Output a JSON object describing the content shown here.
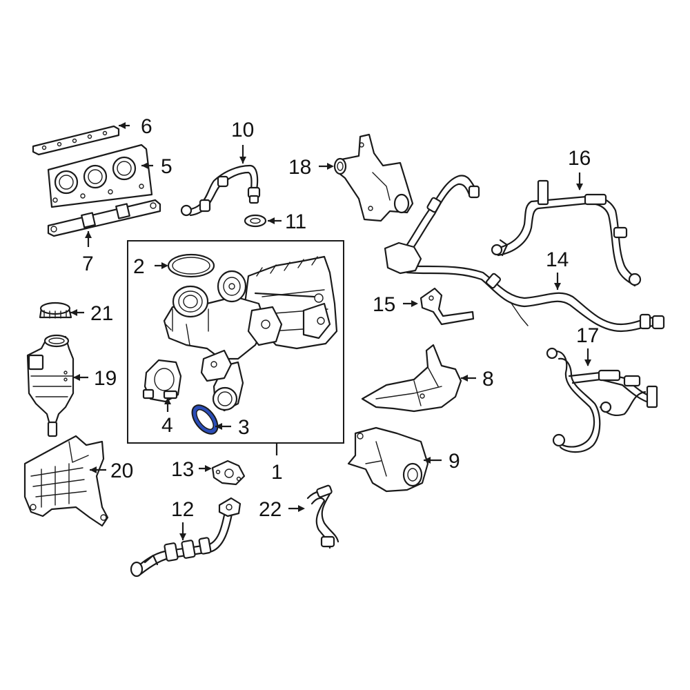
{
  "colors": {
    "line": "#1a1a1a",
    "highlight": "#2b4db8",
    "background": "#ffffff"
  },
  "callouts": [
    {
      "id": "c1",
      "label": "1"
    },
    {
      "id": "c2",
      "label": "2"
    },
    {
      "id": "c3",
      "label": "3"
    },
    {
      "id": "c4",
      "label": "4"
    },
    {
      "id": "c5",
      "label": "5"
    },
    {
      "id": "c6",
      "label": "6"
    },
    {
      "id": "c7",
      "label": "7"
    },
    {
      "id": "c8",
      "label": "8"
    },
    {
      "id": "c9",
      "label": "9"
    },
    {
      "id": "c10",
      "label": "10"
    },
    {
      "id": "c11",
      "label": "11"
    },
    {
      "id": "c12",
      "label": "12"
    },
    {
      "id": "c13",
      "label": "13"
    },
    {
      "id": "c14",
      "label": "14"
    },
    {
      "id": "c15",
      "label": "15"
    },
    {
      "id": "c16",
      "label": "16"
    },
    {
      "id": "c17",
      "label": "17"
    },
    {
      "id": "c18",
      "label": "18"
    },
    {
      "id": "c19",
      "label": "19"
    },
    {
      "id": "c20",
      "label": "20"
    },
    {
      "id": "c21",
      "label": "21"
    },
    {
      "id": "c22",
      "label": "22"
    }
  ],
  "highlighted_part": "3"
}
